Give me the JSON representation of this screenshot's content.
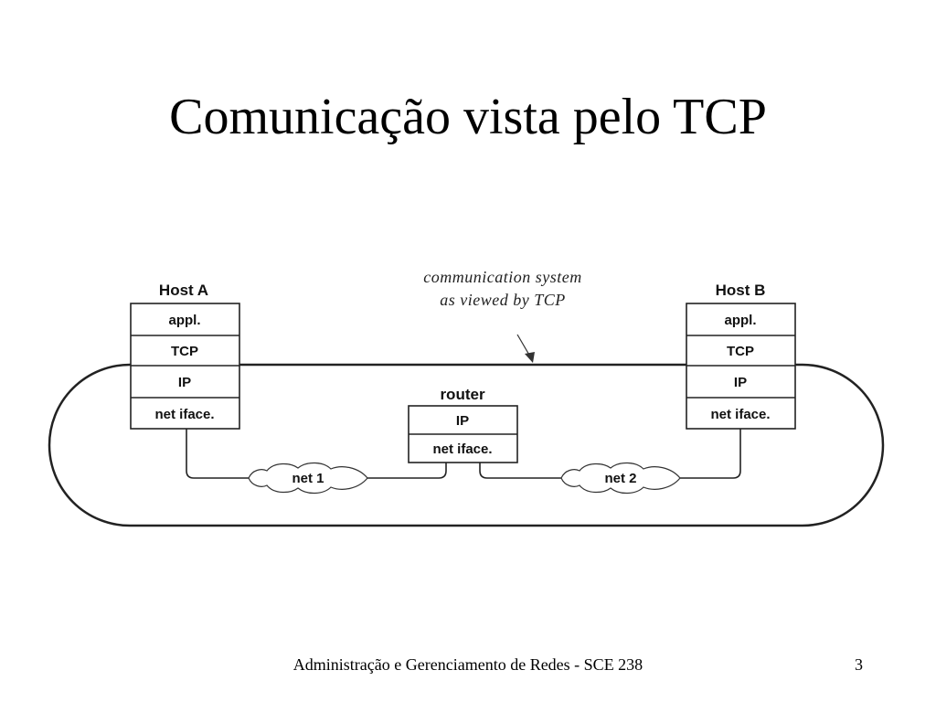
{
  "slide": {
    "title": "Comunicação vista pelo TCP",
    "footer": "Administração e Gerenciamento de Redes - SCE 238",
    "page_number": "3"
  },
  "diagram": {
    "annotation_line1": "communication system",
    "annotation_line2": "as viewed by TCP",
    "host_a": {
      "title": "Host A",
      "layers": [
        "appl.",
        "TCP",
        "IP",
        "net iface."
      ]
    },
    "host_b": {
      "title": "Host B",
      "layers": [
        "appl.",
        "TCP",
        "IP",
        "net iface."
      ]
    },
    "router": {
      "title": "router",
      "layers": [
        "IP",
        "net iface."
      ]
    },
    "networks": [
      "net 1",
      "net 2"
    ]
  }
}
